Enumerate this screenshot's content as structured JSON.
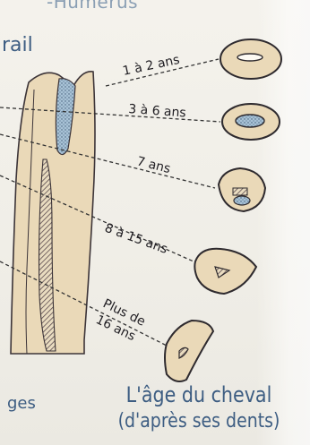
{
  "header": {
    "partial_top": "-Humérus",
    "partial_left": "rail",
    "partial_bottom": "ges"
  },
  "caption": {
    "line1": "L'âge du cheval",
    "line2": "(d'après ses dents)"
  },
  "age_labels": [
    "1 à 2 ans",
    "3 à 6 ans",
    "7 ans",
    "8 à 15 ans",
    "Plus de",
    "16 ans"
  ]
}
